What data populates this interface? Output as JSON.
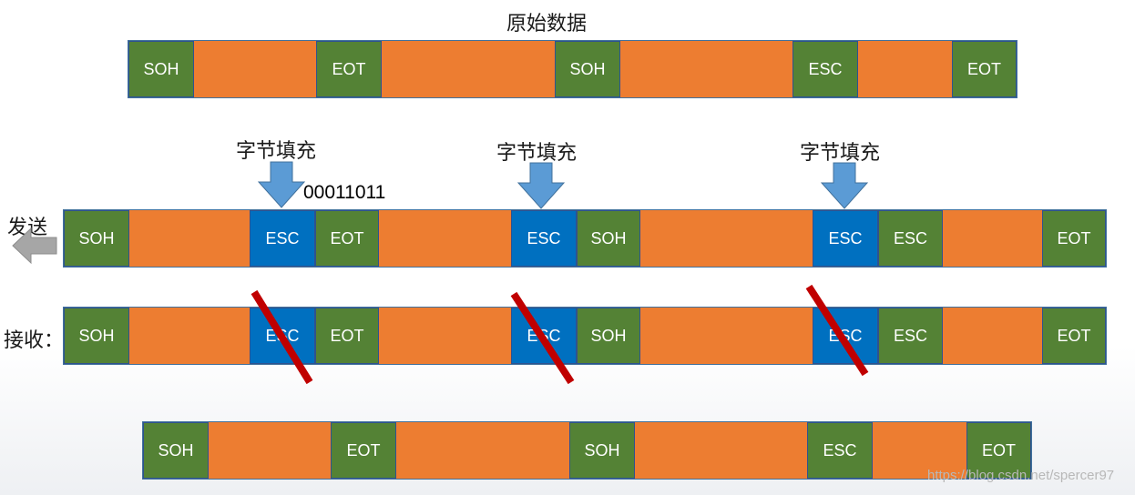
{
  "title": "原始数据",
  "stuff_label": "字节填充",
  "binary": "00011011",
  "send_label": "发送",
  "recv_label": "接收：",
  "watermark": "https://blog.csdn.net/spercer97",
  "colors": {
    "frame": "#ed7d31",
    "control": "#548235",
    "esc": "#0070c0",
    "arrow": "#5b9bd5",
    "strike": "#c00000"
  },
  "rows": {
    "original": [
      "SOH",
      "EOT",
      "SOH",
      "ESC",
      "EOT"
    ],
    "send": [
      "SOH",
      "ESC",
      "EOT",
      "ESC",
      "SOH",
      "ESC",
      "ESC",
      "EOT"
    ],
    "receive": [
      "SOH",
      "ESC",
      "EOT",
      "ESC",
      "SOH",
      "ESC",
      "ESC",
      "EOT"
    ],
    "result": [
      "SOH",
      "EOT",
      "SOH",
      "ESC",
      "EOT"
    ]
  }
}
